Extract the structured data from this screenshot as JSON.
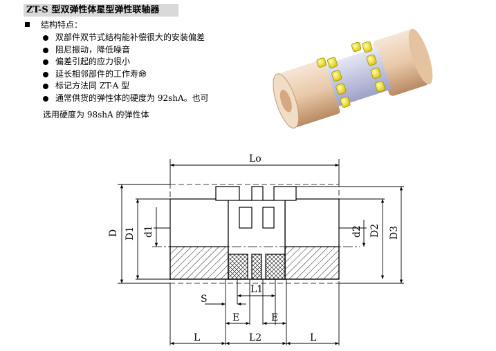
{
  "title": "ZT-S 型双弹性体星型弹性联轴器",
  "section_label": "结构特点：",
  "features": [
    "双部件双节式结构能补偿很大的安装偏差",
    "阻尼振动，降低噪音",
    "偏差引起的应力很小",
    "延长相邻部件的工作寿命",
    "标记方法同 ZT-A 型",
    "通常供货的弹性体的硬度为 92shA。也可"
  ],
  "feature_continuation": "选用硬度为 98shA 的弹性体",
  "dimensions": {
    "Lo": "Lo",
    "D": "D",
    "D1": "D1",
    "d1": "d1",
    "d2": "d2",
    "D2": "D2",
    "D3": "D3",
    "S": "S",
    "L1": "L1",
    "E_left": "E",
    "E_right": "E",
    "L_left": "L",
    "L2": "L2",
    "L_right": "L"
  },
  "colors": {
    "hub_fill": "#eecfb2",
    "star_fill": "#f2ec1a",
    "spacer_fill": "#c9cbe6"
  }
}
